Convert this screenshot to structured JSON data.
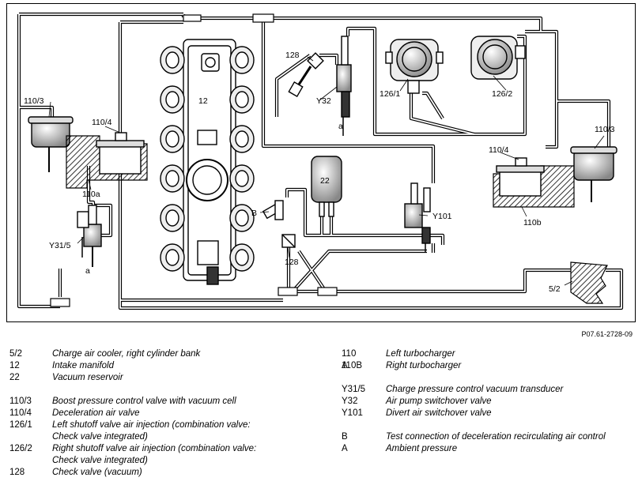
{
  "figure_code": "P07.61-2728-09",
  "labels": {
    "l_128": "128",
    "l_12": "12",
    "l_110_3_left": "110/3",
    "l_110_4_left": "110/4",
    "l_110a": "110a",
    "l_y32": "Y32",
    "l_a_y32": "a",
    "l_126_1": "126/1",
    "l_126_2": "126/2",
    "l_22": "22",
    "l_b": "B",
    "l_y101": "Y101",
    "l_110_3_right": "110/3",
    "l_110_4_right": "110/4",
    "l_110b": "110b",
    "l_y31_5": "Y31/5",
    "l_a_y31": "a",
    "l_128_lower": "128",
    "l_5_2": "5/2"
  },
  "legend_left": [
    {
      "key": "5/2",
      "text": "Charge air cooler, right cylinder bank"
    },
    {
      "key": "12",
      "text": "Intake manifold"
    },
    {
      "key": "22",
      "text": "Vacuum reservoir"
    },
    {
      "key": "",
      "text": ""
    },
    {
      "key": "110/3",
      "text": "Boost pressure control valve with vacuum cell"
    },
    {
      "key": "110/4",
      "text": "Deceleration air valve"
    },
    {
      "key": "126/1",
      "text": "Left shutoff valve air injection (combination valve:"
    },
    {
      "key": "",
      "text": "Check valve integrated)"
    },
    {
      "key": "126/2",
      "text": "Right shutoff valve air injection (combination valve:"
    },
    {
      "key": "",
      "text": "Check valve integrated)"
    },
    {
      "key": "128",
      "text": "Check valve (vacuum)"
    }
  ],
  "legend_right": [
    {
      "key": "110 A",
      "text": "Left turbocharger"
    },
    {
      "key": "110B",
      "text": "Right turbocharger"
    },
    {
      "key": "",
      "text": ""
    },
    {
      "key": "Y31/5",
      "text": "Charge pressure control vacuum transducer"
    },
    {
      "key": "Y32",
      "text": "Air pump switchover valve"
    },
    {
      "key": "Y101",
      "text": "Divert air switchover valve"
    },
    {
      "key": "",
      "text": ""
    },
    {
      "key": "B",
      "text": "Test connection of deceleration recirculating air control"
    },
    {
      "key": "A",
      "text": "Ambient pressure"
    }
  ]
}
